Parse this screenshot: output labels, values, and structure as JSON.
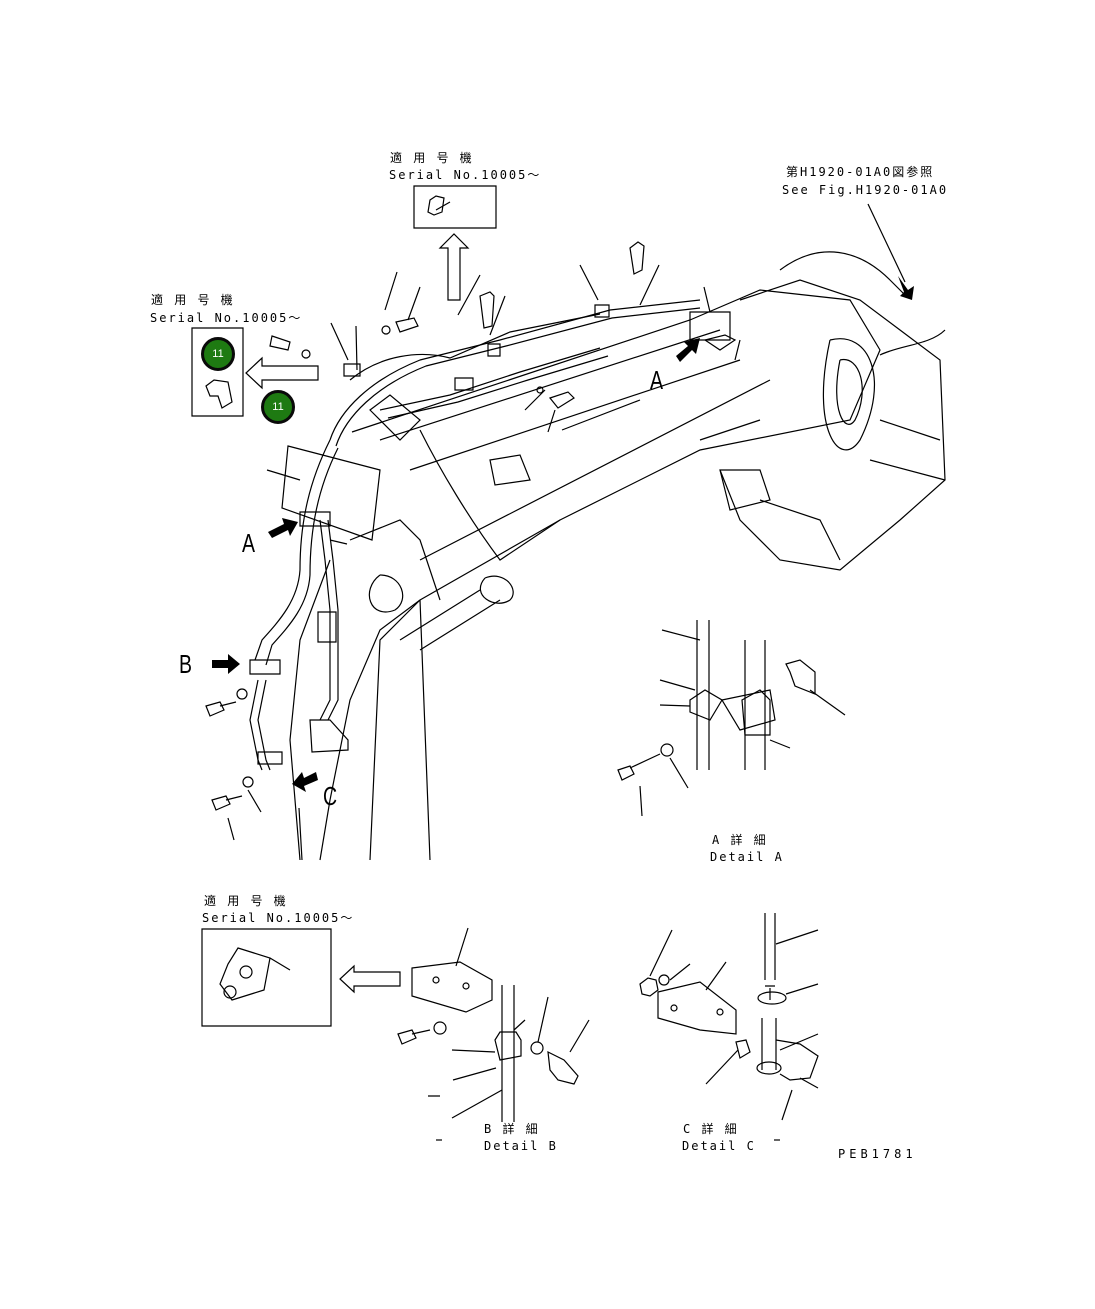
{
  "drawing_code": "PEB1781",
  "ref_note": {
    "jp": "第H1920-01A0図参照",
    "en": "See Fig.H1920-01A0"
  },
  "applicable_notes": [
    {
      "jp": "適 用 号 機",
      "en": "Serial No.10005～"
    },
    {
      "jp": "適 用 号 機",
      "en": "Serial No.10005～"
    },
    {
      "jp": "適 用 号 機",
      "en": "Serial No.10005～"
    }
  ],
  "view_letters": {
    "a1": "A",
    "a2": "A",
    "b": "B",
    "c": "C"
  },
  "details": {
    "a": {
      "jp": "A 詳 細",
      "en": "Detail A"
    },
    "b": {
      "jp": "B 詳 細",
      "en": "Detail B"
    },
    "c": {
      "jp": "C 詳 細",
      "en": "Detail C"
    }
  },
  "callouts": [
    {
      "number": "11"
    },
    {
      "number": "11"
    }
  ],
  "colors": {
    "callout_fill": "#1e7a12",
    "line": "#000000",
    "background": "#ffffff"
  }
}
